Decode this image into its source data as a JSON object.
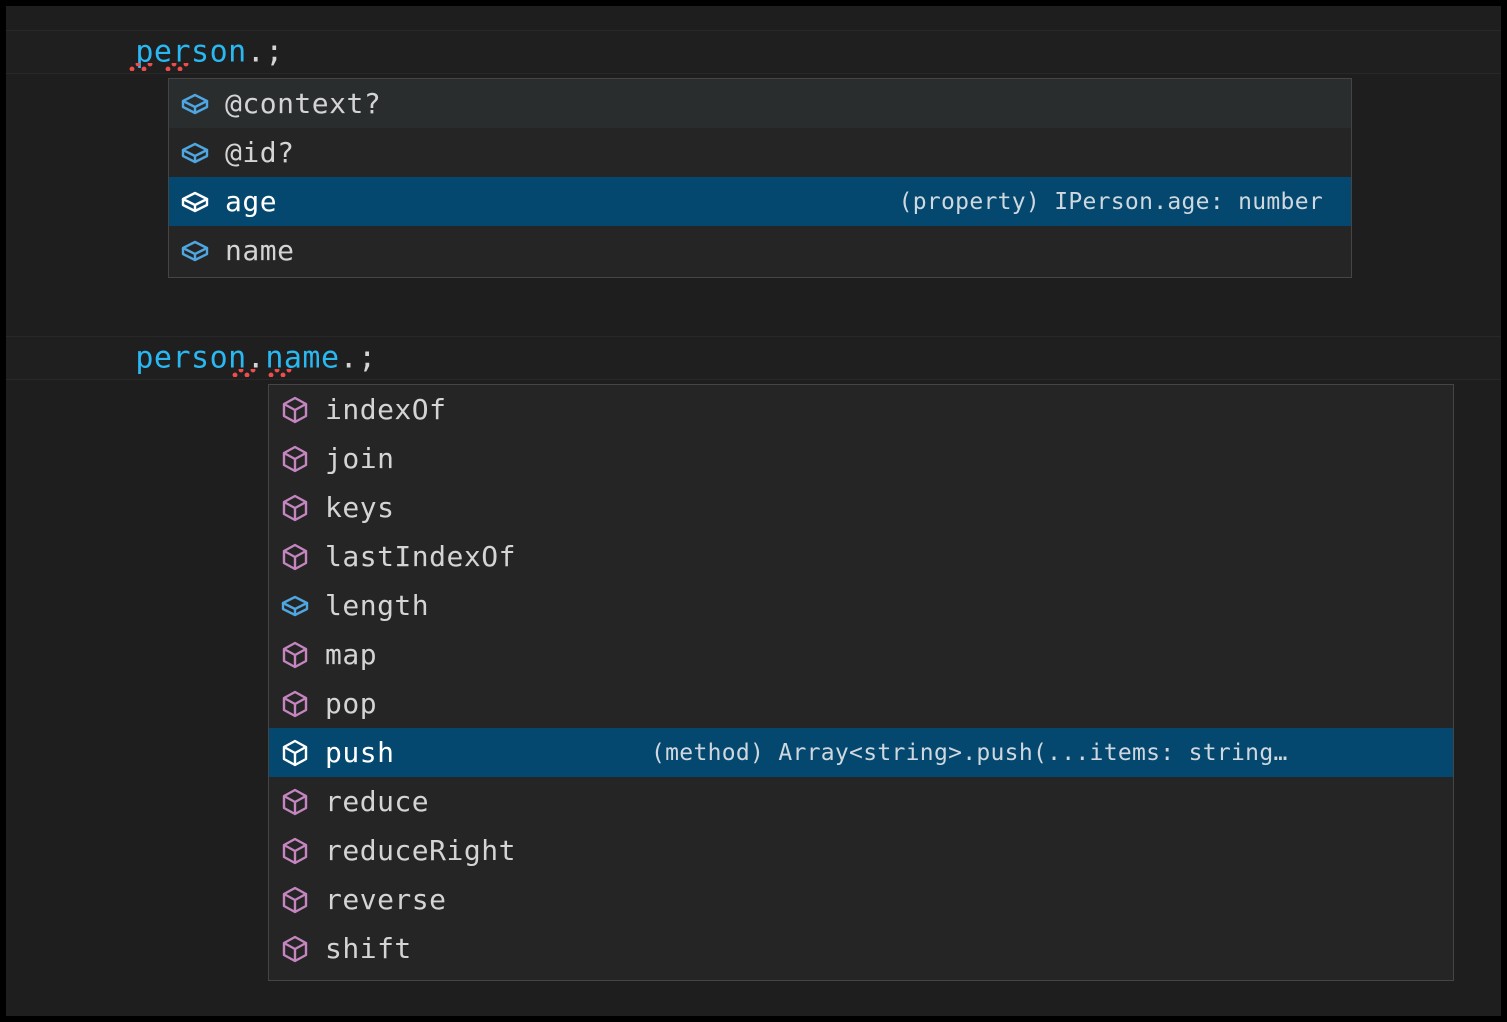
{
  "editor": {
    "theme": {
      "background": "#1e1e1e",
      "line_highlight": "#1f1f1f",
      "selection_blue": "#04476f",
      "hover_gray": "#2a2d2e",
      "widget_bg": "#252526",
      "widget_border": "#454545",
      "identifier_blue": "#29b8f2",
      "text_gray": "#d4d4d4",
      "error_red": "#f14c4c",
      "method_purple": "#c586c0",
      "property_blue": "#4fa6e0"
    },
    "lines": [
      {
        "id": "line-1",
        "tokens": [
          {
            "text": "person",
            "kind": "identifier"
          },
          {
            "text": ".;",
            "kind": "punctuation"
          }
        ],
        "plain": "person.;",
        "has_error": true
      },
      {
        "id": "line-2",
        "tokens": [
          {
            "text": "person",
            "kind": "identifier"
          },
          {
            "text": ".",
            "kind": "punctuation"
          },
          {
            "text": "name",
            "kind": "identifier"
          },
          {
            "text": ".;",
            "kind": "punctuation"
          }
        ],
        "plain": "person.name.;",
        "has_error": true
      }
    ]
  },
  "suggest_widgets": [
    {
      "id": "suggest-widget-1",
      "for_line": "person.;",
      "items": [
        {
          "label": "@context?",
          "icon": "property-cube-icon",
          "icon_kind": "property",
          "state": "hovered",
          "detail": ""
        },
        {
          "label": "@id?",
          "icon": "property-cube-icon",
          "icon_kind": "property",
          "state": "normal",
          "detail": ""
        },
        {
          "label": "age",
          "icon": "property-cube-icon",
          "icon_kind": "property",
          "state": "selected",
          "detail": "(property) IPerson.age: number"
        },
        {
          "label": "name",
          "icon": "property-cube-icon",
          "icon_kind": "property",
          "state": "normal",
          "detail": ""
        }
      ]
    },
    {
      "id": "suggest-widget-2",
      "for_line": "person.name.;",
      "items": [
        {
          "label": "indexOf",
          "icon": "method-cube-icon",
          "icon_kind": "method",
          "state": "normal",
          "detail": ""
        },
        {
          "label": "join",
          "icon": "method-cube-icon",
          "icon_kind": "method",
          "state": "normal",
          "detail": ""
        },
        {
          "label": "keys",
          "icon": "method-cube-icon",
          "icon_kind": "method",
          "state": "normal",
          "detail": ""
        },
        {
          "label": "lastIndexOf",
          "icon": "method-cube-icon",
          "icon_kind": "method",
          "state": "normal",
          "detail": ""
        },
        {
          "label": "length",
          "icon": "property-cube-icon",
          "icon_kind": "property",
          "state": "normal",
          "detail": ""
        },
        {
          "label": "map",
          "icon": "method-cube-icon",
          "icon_kind": "method",
          "state": "normal",
          "detail": ""
        },
        {
          "label": "pop",
          "icon": "method-cube-icon",
          "icon_kind": "method",
          "state": "normal",
          "detail": ""
        },
        {
          "label": "push",
          "icon": "method-cube-icon",
          "icon_kind": "method",
          "state": "selected",
          "detail": "(method) Array<string>.push(...items: string…"
        },
        {
          "label": "reduce",
          "icon": "method-cube-icon",
          "icon_kind": "method",
          "state": "normal",
          "detail": ""
        },
        {
          "label": "reduceRight",
          "icon": "method-cube-icon",
          "icon_kind": "method",
          "state": "normal",
          "detail": ""
        },
        {
          "label": "reverse",
          "icon": "method-cube-icon",
          "icon_kind": "method",
          "state": "normal",
          "detail": ""
        },
        {
          "label": "shift",
          "icon": "method-cube-icon",
          "icon_kind": "method",
          "state": "normal",
          "detail": ""
        }
      ]
    }
  ]
}
